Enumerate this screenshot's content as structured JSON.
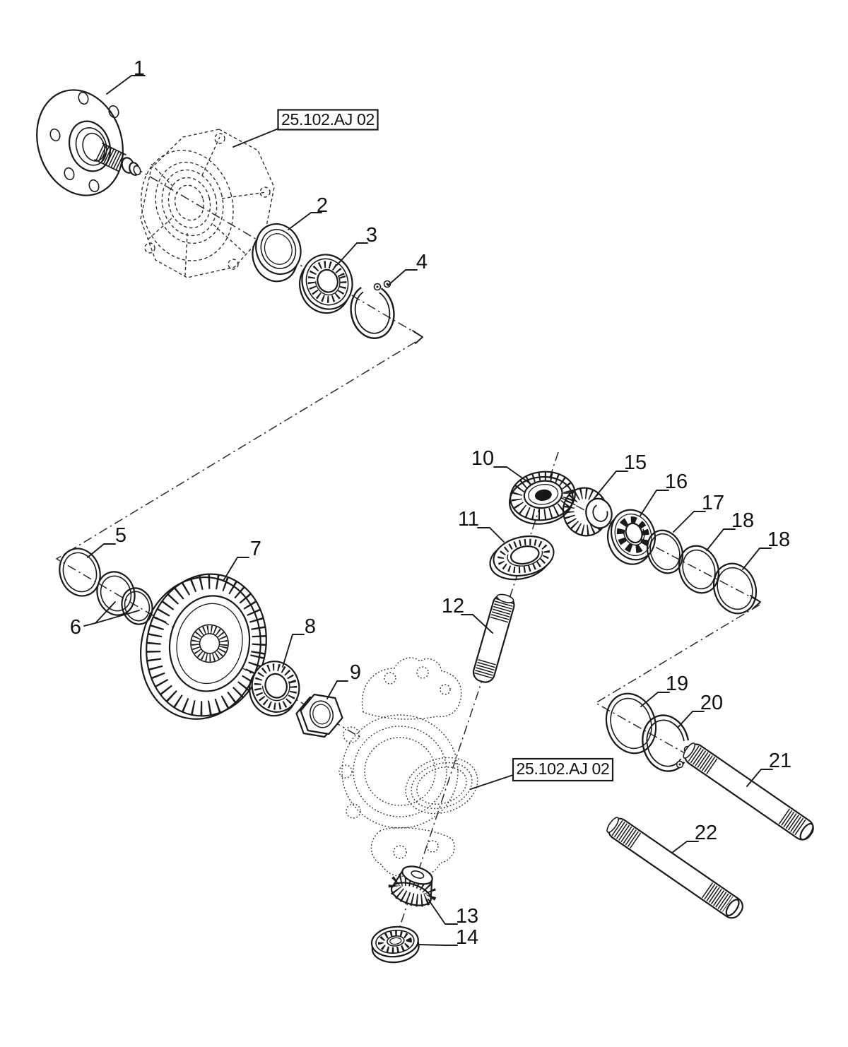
{
  "figure": {
    "background": "#ffffff",
    "line_color": "#1a1a1a",
    "callouts": [
      {
        "text": "1"
      },
      {
        "text": "2"
      },
      {
        "text": "3"
      },
      {
        "text": "4"
      },
      {
        "text": "5"
      },
      {
        "text": "6"
      },
      {
        "text": "7"
      },
      {
        "text": "8"
      },
      {
        "text": "9"
      },
      {
        "text": "10"
      },
      {
        "text": "11"
      },
      {
        "text": "12"
      },
      {
        "text": "13"
      },
      {
        "text": "14"
      },
      {
        "text": "15"
      },
      {
        "text": "16"
      },
      {
        "text": "17"
      },
      {
        "text": "18"
      },
      {
        "text": "18"
      },
      {
        "text": "19"
      },
      {
        "text": "20"
      },
      {
        "text": "21"
      },
      {
        "text": "22"
      }
    ],
    "reference_labels": [
      {
        "text": "25.102.AJ 02"
      },
      {
        "text": "25.102.AJ 02"
      }
    ]
  }
}
